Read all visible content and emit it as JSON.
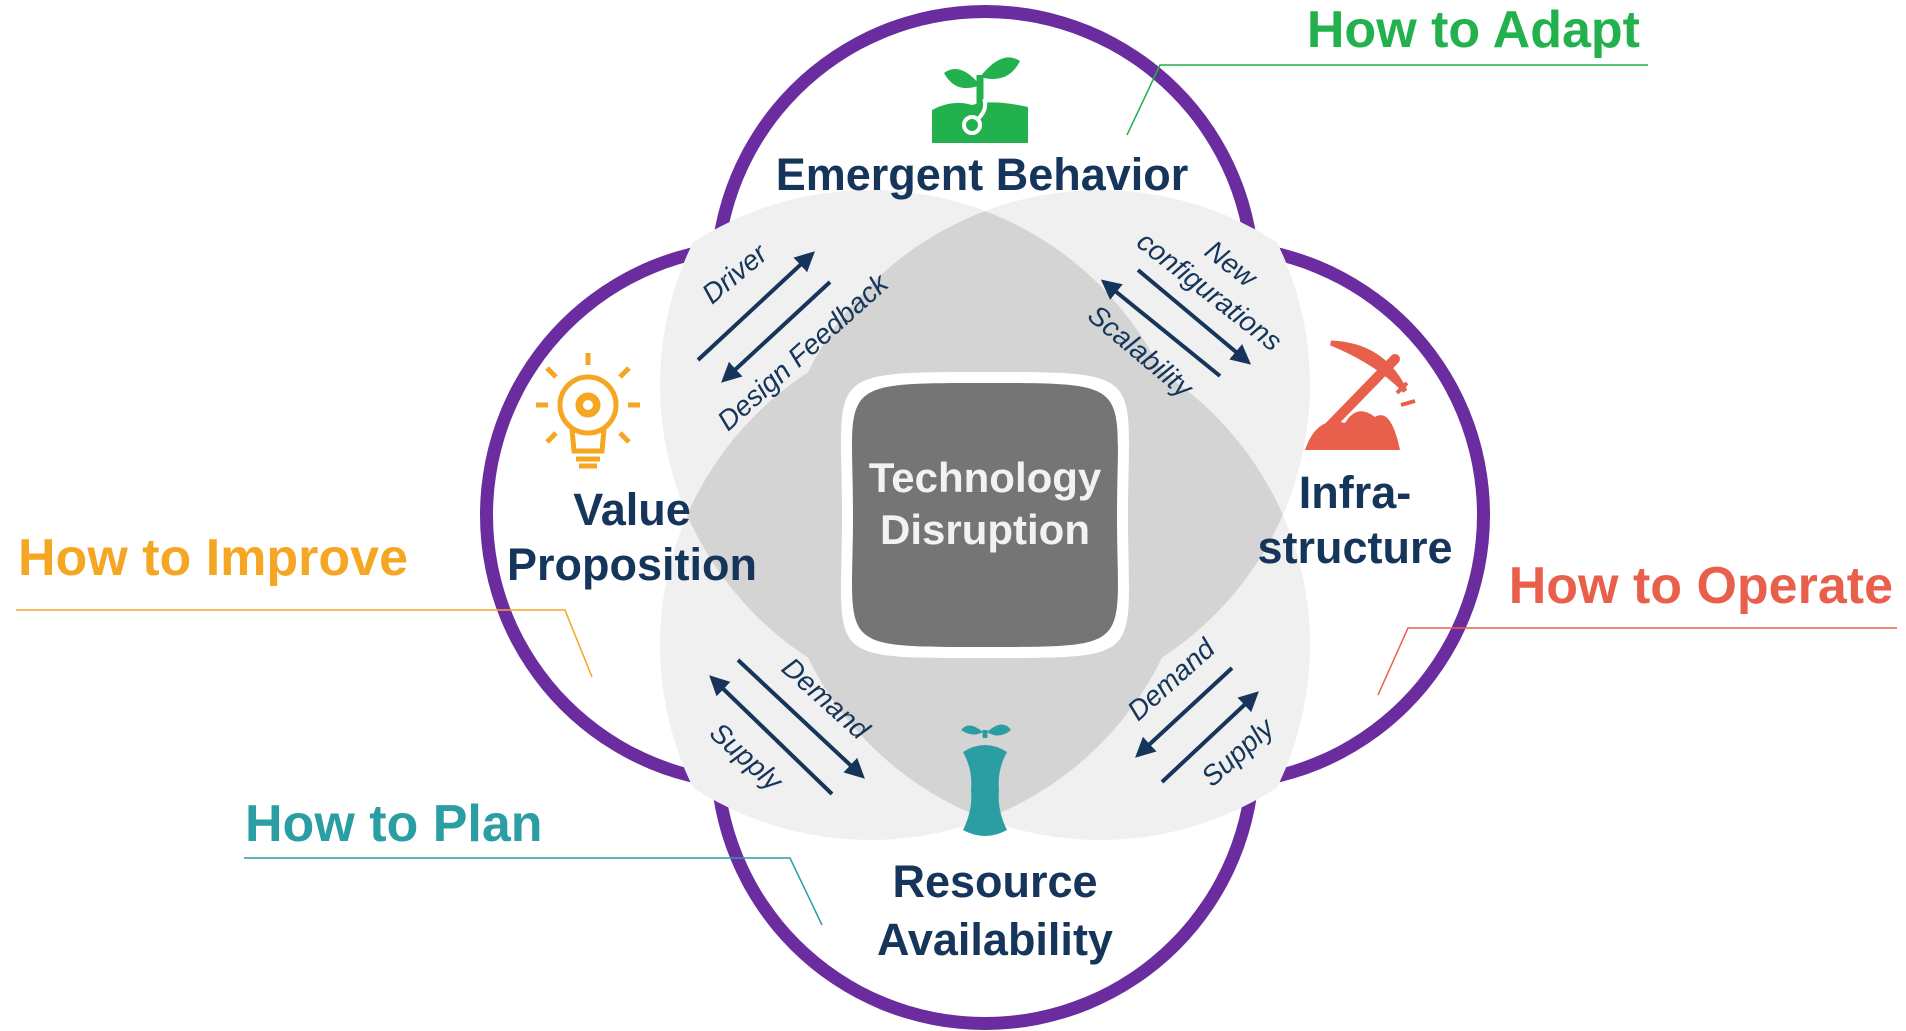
{
  "center": {
    "line1": "Technology",
    "line2": "Disruption"
  },
  "quadrants": {
    "top": {
      "title": "Emergent Behavior",
      "icon": "sprout-icon",
      "color": "#22b14c"
    },
    "left": {
      "title_line1": "Value",
      "title_line2": "Proposition",
      "icon": "lightbulb-gear-icon",
      "color": "#f5a623"
    },
    "right": {
      "title_line1": "Infra-",
      "title_line2": "structure",
      "icon": "pickaxe-icon",
      "color": "#e8604c"
    },
    "bottom": {
      "title_line1": "Resource",
      "title_line2": "Availability",
      "icon": "apple-core-icon",
      "color": "#2a9ea3"
    }
  },
  "arrows": {
    "top_left": {
      "upper": "Driver",
      "lower": "Design Feedback"
    },
    "top_right": {
      "upper_line1": "New",
      "upper_line2": "configurations",
      "lower": "Scalability"
    },
    "bottom_left": {
      "upper": "Demand",
      "lower": "Supply"
    },
    "bottom_right": {
      "upper": "Demand",
      "lower": "Supply"
    }
  },
  "callouts": {
    "adapt": {
      "label": "How to Adapt",
      "color": "#22b14c"
    },
    "improve": {
      "label": "How to Improve",
      "color": "#f5a623"
    },
    "operate": {
      "label": "How to Operate",
      "color": "#e8604c"
    },
    "plan": {
      "label": "How to Plan",
      "color": "#2a9ea3"
    }
  },
  "colors": {
    "outer_ring": "#6a2c9e",
    "petal_light": "#f0f0f0",
    "overlap_mid": "#d4d4d4",
    "center_fill": "#757575",
    "text_dark": "#16355a"
  }
}
